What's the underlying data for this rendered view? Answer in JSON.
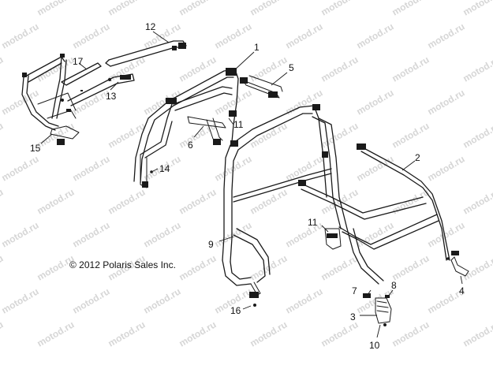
{
  "watermark": "motod.ru",
  "copyright": "© 2012 Polaris Sales Inc.",
  "callouts": {
    "c1": "1",
    "c2": "2",
    "c3": "3",
    "c4": "4",
    "c5": "5",
    "c6": "6",
    "c7": "7",
    "c8": "8",
    "c9": "9",
    "c10": "10",
    "c11a": "11",
    "c11b": "11",
    "c12": "12",
    "c13": "13",
    "c14": "14",
    "c15": "15",
    "c16": "16",
    "c17": "17"
  }
}
